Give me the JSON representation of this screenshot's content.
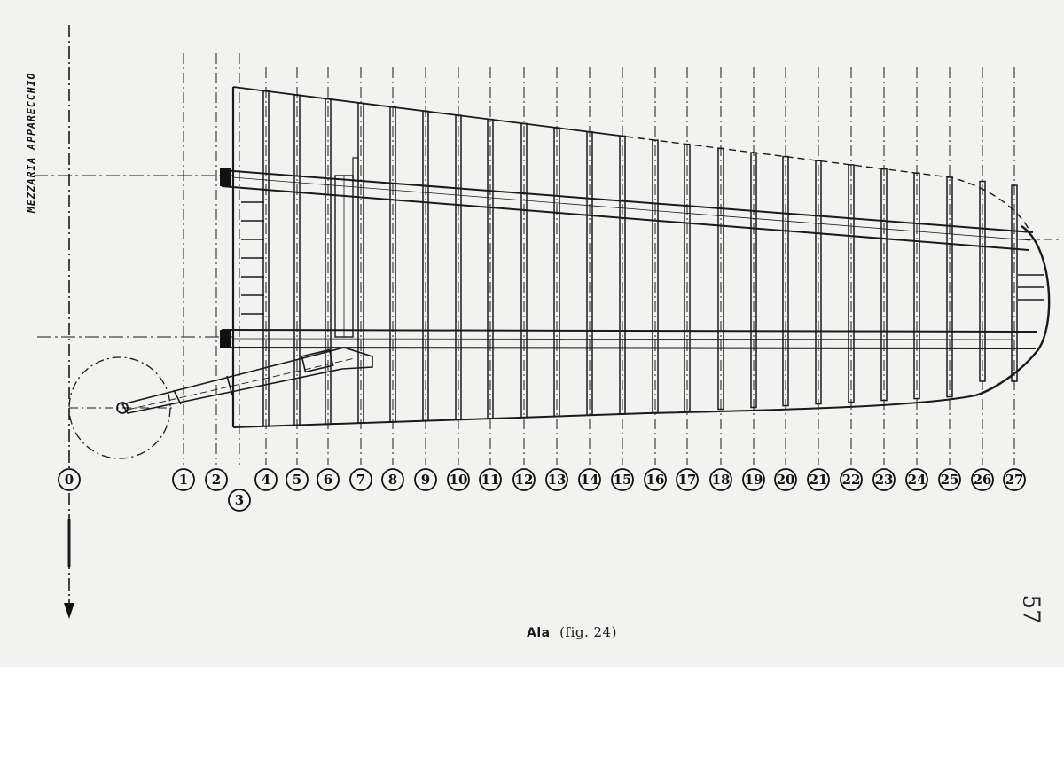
{
  "axis_label": "MEZZARIA APPARECCHIO",
  "caption": {
    "word": "Ala",
    "ref": "(fig. 24)"
  },
  "page_number": "57",
  "stations": [
    "0",
    "1",
    "2",
    "3",
    "4",
    "5",
    "6",
    "7",
    "8",
    "9",
    "10",
    "11",
    "12",
    "13",
    "14",
    "15",
    "16",
    "17",
    "18",
    "19",
    "20",
    "21",
    "22",
    "23",
    "24",
    "25",
    "26",
    "27"
  ]
}
